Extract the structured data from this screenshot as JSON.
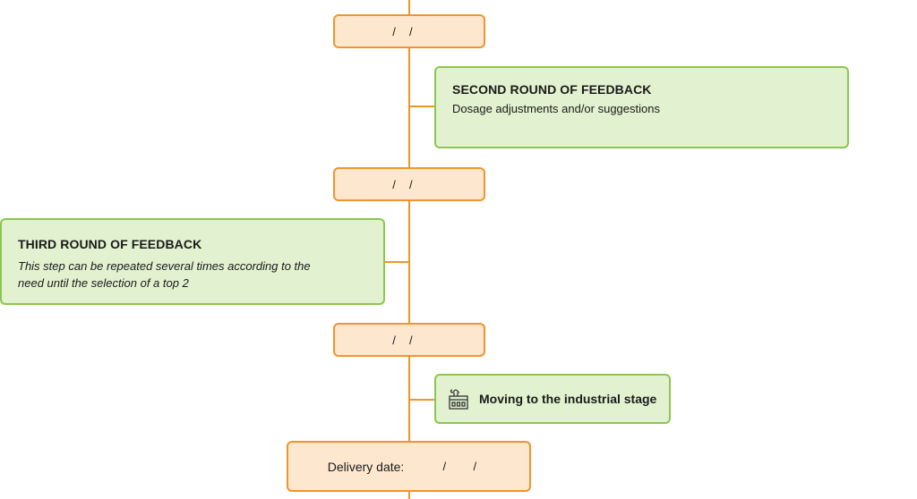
{
  "date_boxes": [
    {
      "day": "",
      "month": "",
      "year": "",
      "sep1": "/",
      "sep2": "/"
    },
    {
      "day": "",
      "month": "",
      "year": "",
      "sep1": "/",
      "sep2": "/"
    },
    {
      "day": "",
      "month": "",
      "year": "",
      "sep1": "/",
      "sep2": "/"
    }
  ],
  "steps": [
    {
      "title": "SECOND ROUND OF FEEDBACK",
      "text": "Dosage adjustments and/or suggestions"
    },
    {
      "title": "THIRD ROUND OF FEEDBACK",
      "text_line1": "This step can be repeated several times according to the",
      "text_line2": "need until the selection of a top 2"
    }
  ],
  "stage": {
    "label": "Moving to the industrial stage",
    "icon": "factory-icon"
  },
  "delivery": {
    "label": "Delivery date:",
    "sep1": "/",
    "sep2": "/"
  },
  "colors": {
    "orange": "#f0952c",
    "orange_fill": "#fde7cf",
    "green": "#8cc652",
    "green_fill": "#e2f1cf"
  }
}
